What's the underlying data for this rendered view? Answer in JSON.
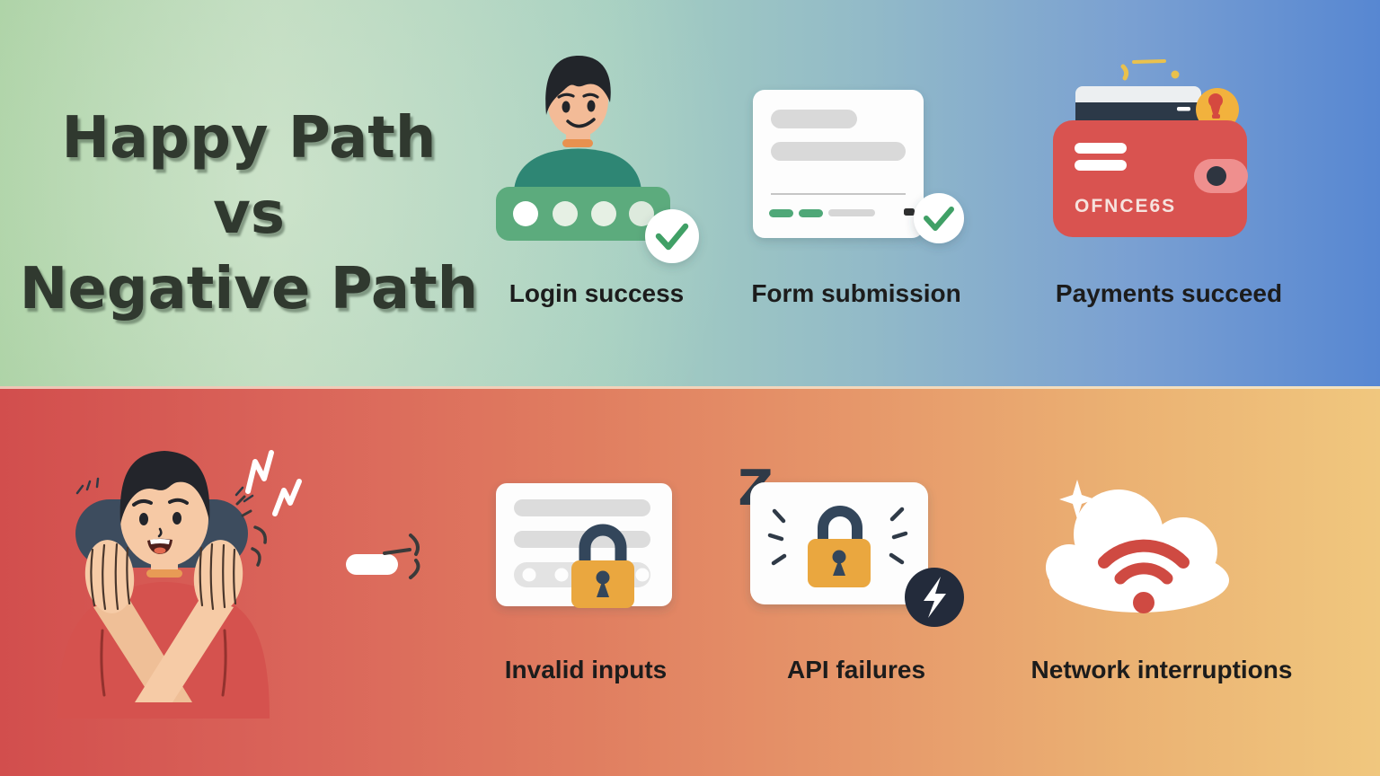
{
  "title": {
    "line1": "Happy Path",
    "line2": "vs",
    "line3": "Negative Path"
  },
  "happy_section": {
    "items": [
      {
        "label": "Login success",
        "icon": "user-password-check-icon"
      },
      {
        "label": "Form submission",
        "icon": "form-check-icon"
      },
      {
        "label": "Payments succeed",
        "icon": "wallet-coin-icon"
      }
    ],
    "wallet_text": "OFNCE6S"
  },
  "negative_section": {
    "items": [
      {
        "label": "Invalid inputs",
        "icon": "form-padlock-icon"
      },
      {
        "label": "API failures",
        "icon": "padlock-bolt-icon"
      },
      {
        "label": "Network interruptions",
        "icon": "cloud-wifi-icon"
      }
    ],
    "sleep_mark": "Z"
  },
  "colors": {
    "happy_bg_left": "#a6cf9f",
    "happy_bg_right": "#5787d2",
    "negative_bg_left": "#d24e4d",
    "negative_bg_right": "#f0c77e",
    "title_text": "#30392f",
    "label_text": "#1c1c1c",
    "success_green": "#3fa066",
    "password_field_green": "#5cab7d",
    "avatar_shirt_teal": "#2e8674",
    "wallet_red": "#d95350",
    "coin_yellow": "#f2b23d",
    "lock_yellow": "#eaa73f",
    "lock_navy": "#33465b",
    "wifi_red": "#cf4a42",
    "person_shirt_red": "#d5524e"
  }
}
